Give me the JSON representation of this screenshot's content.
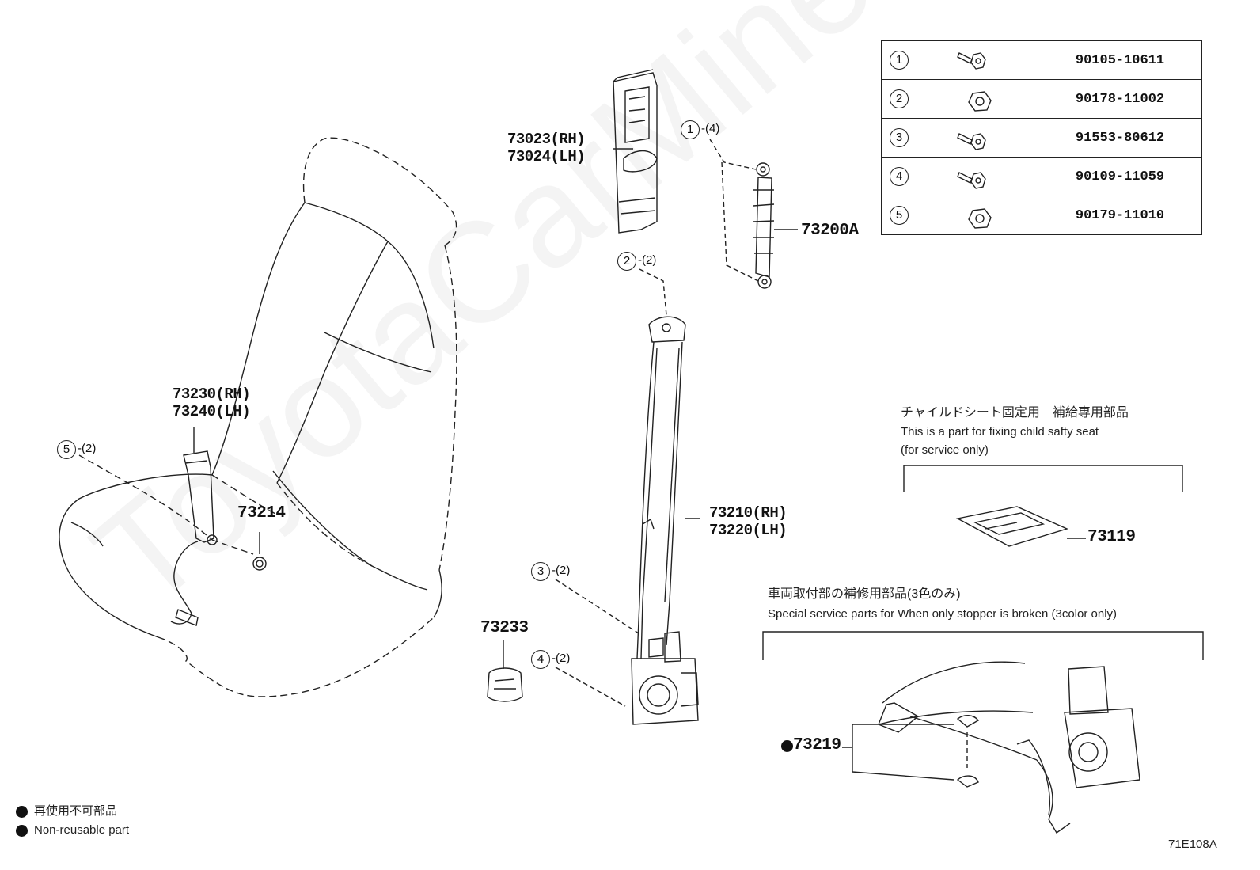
{
  "parts": {
    "pillar_trim": {
      "rh": "73023(RH)",
      "lh": "73024(LH)"
    },
    "adjuster": "73200A",
    "buckle": {
      "rh": "73230(RH)",
      "lh": "73240(LH)"
    },
    "grommet": "73214",
    "belt": {
      "rh": "73210(RH)",
      "lh": "73220(LH)"
    },
    "cover": "73233",
    "child_plate": "73119",
    "stopper": "73219"
  },
  "callouts": {
    "c1": {
      "num": "1",
      "qty": "-(4)"
    },
    "c2": {
      "num": "2",
      "qty": "-(2)"
    },
    "c3": {
      "num": "3",
      "qty": "-(2)"
    },
    "c4": {
      "num": "4",
      "qty": "-(2)"
    },
    "c5": {
      "num": "5",
      "qty": "-(2)"
    }
  },
  "fasteners": [
    {
      "num": "1",
      "part": "90105-10611",
      "icon": "flange-bolt-icon"
    },
    {
      "num": "2",
      "part": "90178-11002",
      "icon": "nut-icon"
    },
    {
      "num": "3",
      "part": "91553-80612",
      "icon": "flange-bolt-icon"
    },
    {
      "num": "4",
      "part": "90109-11059",
      "icon": "flange-bolt-icon"
    },
    {
      "num": "5",
      "part": "90179-11010",
      "icon": "nut-icon"
    }
  ],
  "notes": {
    "child_jp": "チャイルドシート固定用　補給専用部品",
    "child_en1": "This is a part for fixing child safty seat",
    "child_en2": "(for service only)",
    "stopper_jp": "車両取付部の補修用部品(3色のみ)",
    "stopper_en": "Special service parts for When only stopper is broken (3color only)"
  },
  "legend": {
    "jp": "再使用不可部品",
    "en": "Non-reusable part"
  },
  "diagram_id": "71E108A",
  "watermark": "ToyotaCarMine.ru"
}
